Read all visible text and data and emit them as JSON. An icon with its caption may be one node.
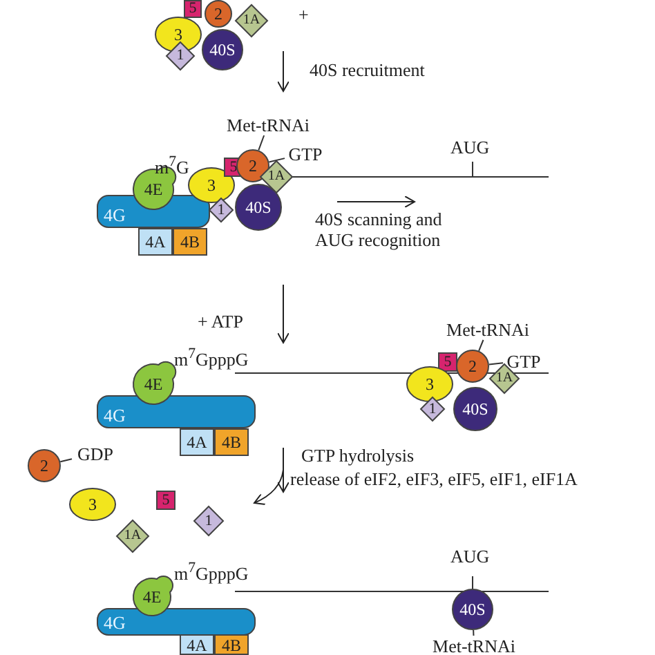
{
  "diagram": {
    "nodes": [
      {
        "text": [
          "5"
        ]
      },
      {
        "text": [
          "2"
        ]
      },
      {
        "text": [
          "3"
        ]
      },
      {
        "text": [
          "1A"
        ]
      },
      {
        "text": [
          "40S"
        ]
      },
      {
        "text": [
          "1"
        ]
      },
      {
        "text": [
          "Met-tRNAi"
        ]
      },
      {
        "text": [
          "GTP"
        ]
      },
      {
        "text": [
          "4G"
        ]
      },
      {
        "text": [
          "4E"
        ]
      },
      {
        "text": [
          "3"
        ]
      },
      {
        "text": [
          "5"
        ]
      },
      {
        "text": [
          "2"
        ]
      },
      {
        "text": [
          "1A"
        ]
      },
      {
        "text": [
          "1"
        ]
      },
      {
        "text": [
          "40S"
        ]
      },
      {
        "text": [
          "4A"
        ]
      },
      {
        "text": [
          "4B"
        ]
      },
      {
        "text": [
          "4G"
        ]
      },
      {
        "text": [
          "4E"
        ]
      },
      {
        "text": [
          "4A"
        ]
      },
      {
        "text": [
          "4B"
        ]
      },
      {
        "text": [
          "Met-tRNAi"
        ]
      },
      {
        "text": [
          "GTP"
        ]
      },
      {
        "text": [
          "5"
        ]
      },
      {
        "text": [
          "2"
        ]
      },
      {
        "text": [
          "1A"
        ]
      },
      {
        "text": [
          "3"
        ]
      },
      {
        "text": [
          "1"
        ]
      },
      {
        "text": [
          "40S"
        ]
      },
      {
        "text": [
          "2"
        ]
      },
      {
        "text": [
          "GDP"
        ]
      },
      {
        "text": [
          "3"
        ]
      },
      {
        "text": [
          "5"
        ]
      },
      {
        "text": [
          "1A"
        ]
      },
      {
        "text": [
          "1"
        ]
      },
      {
        "text": [
          "4G"
        ]
      },
      {
        "text": [
          "4E"
        ]
      },
      {
        "text": [
          "4A"
        ]
      },
      {
        "text": [
          "4B"
        ]
      },
      {
        "text": [
          "40S"
        ]
      },
      {
        "text": [
          "Met-tRNAi"
        ]
      }
    ],
    "edges": [
      {
        "from": 6,
        "to": 12,
        "arrow": "none"
      },
      {
        "from": 7,
        "to": 12,
        "arrow": "none"
      },
      {
        "from": 22,
        "to": 25,
        "arrow": "none"
      },
      {
        "from": 23,
        "to": 25,
        "arrow": "none"
      },
      {
        "from": 31,
        "to": 30,
        "arrow": "none"
      },
      {
        "from": 41,
        "to": 40,
        "arrow": "none"
      }
    ],
    "labels": [
      "+",
      "40S recruitment",
      "m$^{7}$G",
      "AUG",
      "40S scanning and AUG recognition",
      "+ ATP",
      "m$^{7}$GpppG",
      "GTP hydrolysis",
      "release of eIF2, eIF3, eIF5, eIF1, eIF1A",
      "AUG",
      "m$^{7}$GpppG"
    ]
  }
}
